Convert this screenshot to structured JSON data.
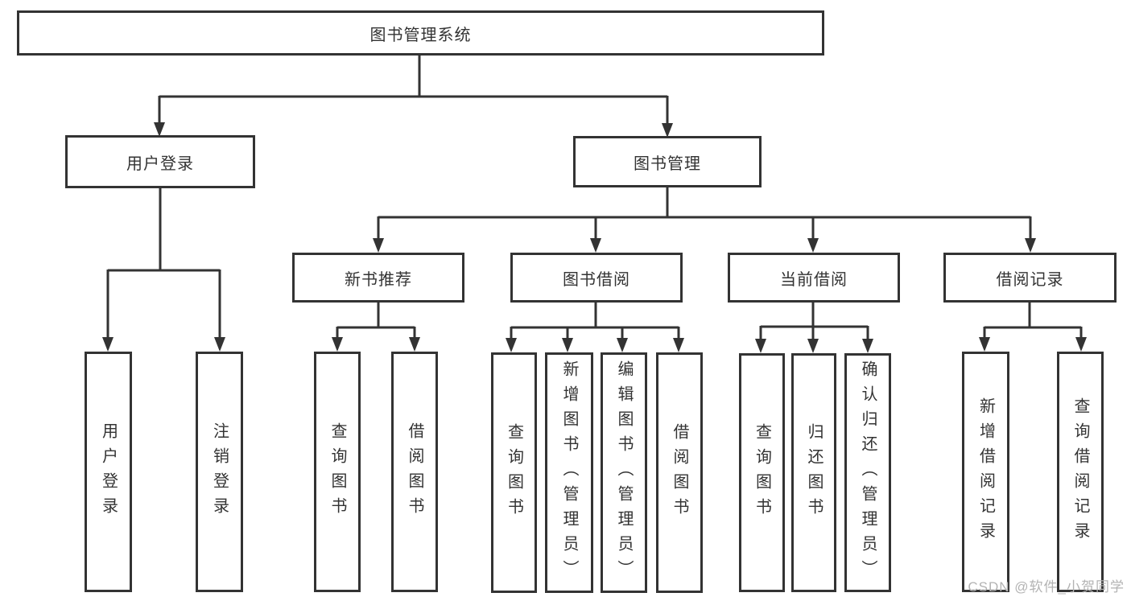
{
  "diagram": {
    "title": "图书管理系统",
    "colors": {
      "line": "#333333",
      "text": "#333333",
      "box_background": "#ffffff",
      "watermark": "#b3b3b3"
    },
    "nodes": {
      "root": "图书管理系统",
      "user_login": "用户登录",
      "book_management": "图书管理",
      "new_book_recommend": "新书推荐",
      "book_borrow": "图书借阅",
      "current_borrow": "当前借阅",
      "borrow_records": "借阅记录",
      "leaf_user_login": "用户登录",
      "leaf_logout": "注销登录",
      "nb_query_books": "查询图书",
      "nb_borrow_books": "借阅图书",
      "bb_query_books": "查询图书",
      "bb_add_books_admin": "新增图书（管理员）",
      "bb_edit_books_admin": "编辑图书（管理员）",
      "bb_borrow_books": "借阅图书",
      "cb_query_books": "查询图书",
      "cb_return_books": "归还图书",
      "cb_confirm_return_admin": "确认归还（管理员）",
      "br_add_record": "新增借阅记录",
      "br_query_record": "查询借阅记录"
    },
    "watermark": "CSDN @软件_小贺同学"
  }
}
